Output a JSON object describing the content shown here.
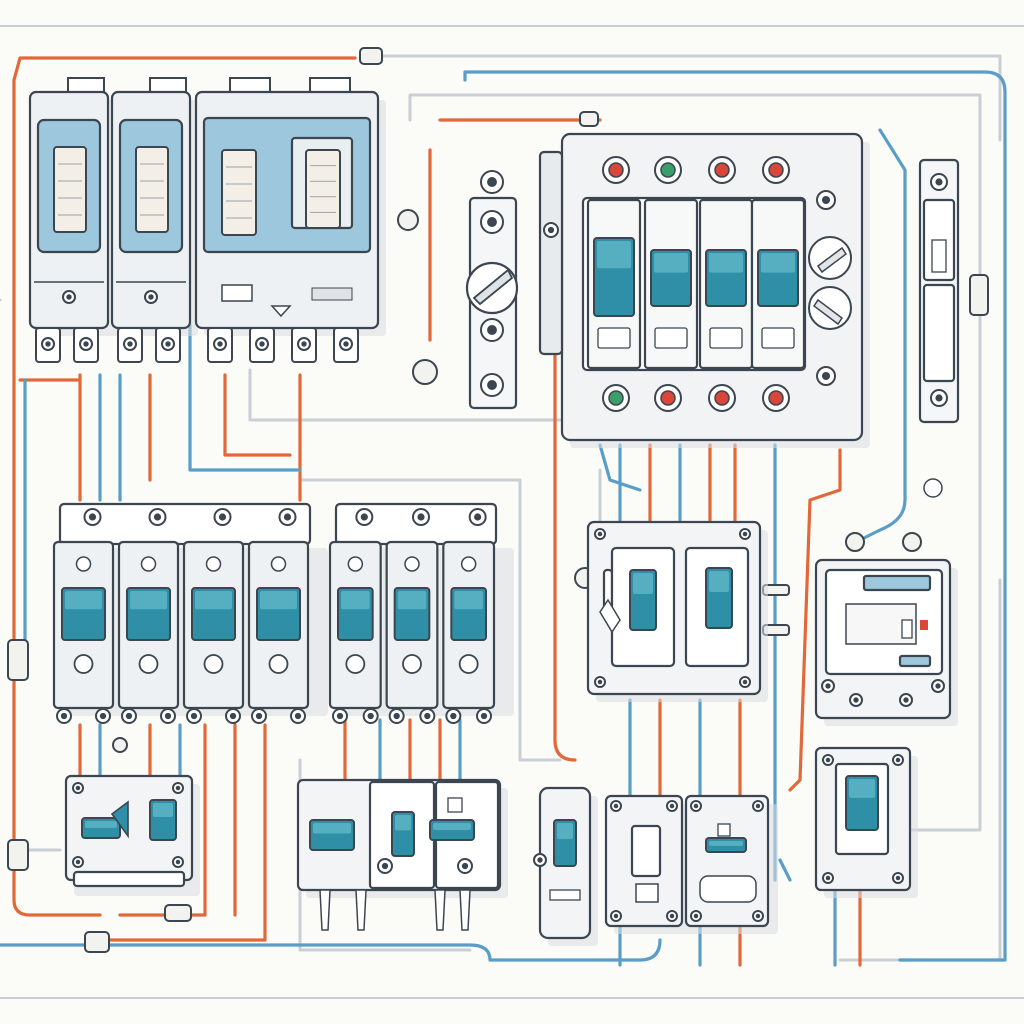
{
  "colors": {
    "background": "#fbfbf8",
    "wire_live": "#e2683a",
    "wire_neutral": "#5a9ec7",
    "wire_earth": "#c9cfd4",
    "panel_fill": "#eef1f3",
    "panel_stroke": "#3c4650",
    "toggle_fill": "#2f8fa6",
    "meter_window": "#9cc7dd",
    "indicator_red": "#d9463a",
    "indicator_green": "#3aa06b"
  },
  "components": [
    {
      "id": "top-left-rcbo-pair",
      "kind": "double-breaker",
      "toggle_state": "up"
    },
    {
      "id": "top-main-meter-breaker",
      "kind": "meter-breaker",
      "toggle_state": "up"
    },
    {
      "id": "rotary-isolator-column",
      "kind": "rotary-switch"
    },
    {
      "id": "top-right-distribution-board",
      "kind": "distribution-board",
      "breaker_count": 4,
      "indicator_count": 8
    },
    {
      "id": "right-edge-din-rail",
      "kind": "din-rail"
    },
    {
      "id": "middle-left-breaker-bank",
      "kind": "breaker-bank",
      "breaker_count": 4
    },
    {
      "id": "middle-center-breaker-bank",
      "kind": "breaker-bank",
      "breaker_count": 3
    },
    {
      "id": "middle-right-double-switch",
      "kind": "double-switch"
    },
    {
      "id": "right-display-unit",
      "kind": "display-unit"
    },
    {
      "id": "bottom-left-twin-switch",
      "kind": "twin-switch"
    },
    {
      "id": "bottom-center-switch-block",
      "kind": "switch-block",
      "switch_count": 3
    },
    {
      "id": "bottom-single-switch",
      "kind": "single-switch"
    },
    {
      "id": "bottom-socket-pair",
      "kind": "socket-pair"
    },
    {
      "id": "bottom-right-isolator",
      "kind": "isolator"
    }
  ]
}
